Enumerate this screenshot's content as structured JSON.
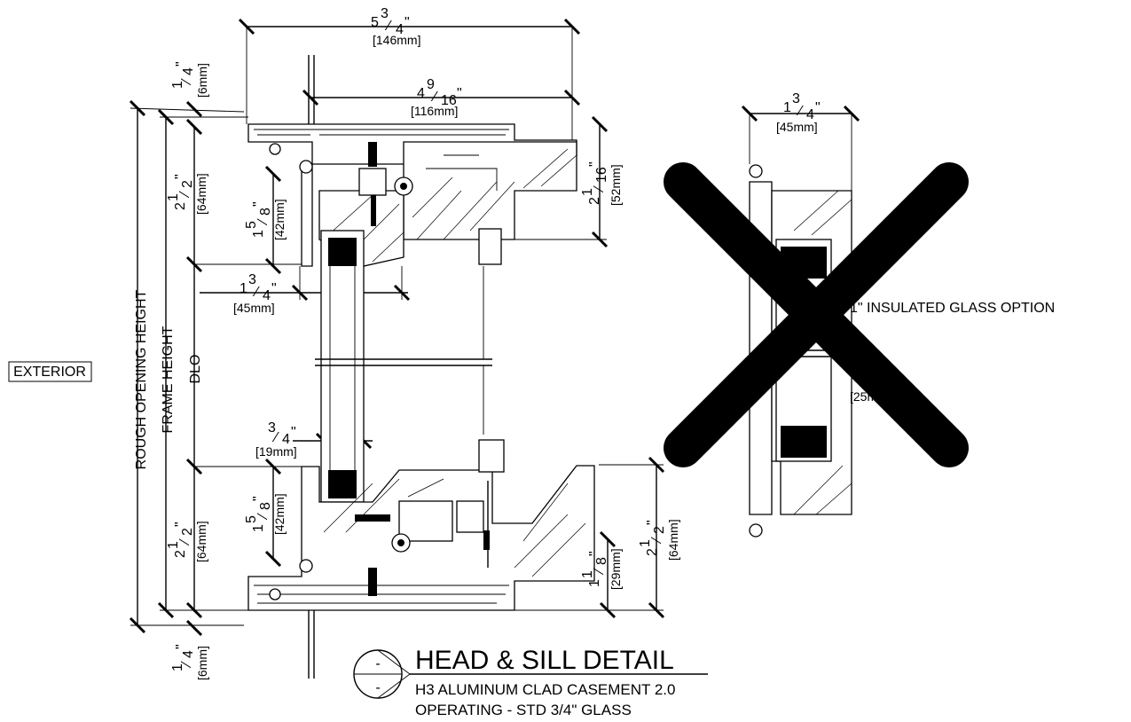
{
  "labels": {
    "exterior": "EXTERIOR",
    "rough_opening_height": "ROUGH OPENING HEIGHT",
    "frame_height": "FRAME HEIGHT",
    "dlo": "DLO",
    "insulated_glass_option": "1\" INSULATED GLASS OPTION",
    "partial_mm": "[25m"
  },
  "title": {
    "heading": "HEAD & SILL DETAIL",
    "line1": "H3 ALUMINUM CLAD CASEMENT 2.0",
    "line2": "OPERATING - STD 3/4\" GLASS",
    "marker_top": "-",
    "marker_bottom": "-"
  },
  "dimensions": {
    "head_width": {
      "whole": "5",
      "num": "3",
      "den": "4",
      "mm": "[146mm]"
    },
    "head_inner_width": {
      "whole": "4",
      "num": "9",
      "den": "16",
      "mm": "[116mm]"
    },
    "head_top_gap": {
      "whole": "",
      "num": "1",
      "den": "4",
      "mm": "[6mm]"
    },
    "head_frame_depth": {
      "whole": "2",
      "num": "1",
      "den": "2",
      "mm": "[64mm]"
    },
    "head_sash": {
      "whole": "1",
      "num": "5",
      "den": "8",
      "mm": "[42mm]"
    },
    "head_interior": {
      "whole": "2",
      "num": "1",
      "den": "16",
      "mm": "[52mm]"
    },
    "head_sash_width": {
      "whole": "1",
      "num": "3",
      "den": "4",
      "mm": "[45mm]"
    },
    "glass_thickness": {
      "whole": "",
      "num": "3",
      "den": "4",
      "mm": "[19mm]"
    },
    "sill_sash": {
      "whole": "1",
      "num": "5",
      "den": "8",
      "mm": "[42mm]"
    },
    "sill_frame_depth": {
      "whole": "2",
      "num": "1",
      "den": "2",
      "mm": "[64mm]"
    },
    "sill_interior": {
      "whole": "2",
      "num": "1",
      "den": "2",
      "mm": "[64mm]"
    },
    "sill_stop": {
      "whole": "1",
      "num": "1",
      "den": "8",
      "mm": "[29mm]"
    },
    "sill_bottom_gap": {
      "whole": "",
      "num": "1",
      "den": "4",
      "mm": "[6mm]"
    },
    "option_sash_width": {
      "whole": "1",
      "num": "3",
      "den": "4",
      "mm": "[45mm]"
    }
  }
}
